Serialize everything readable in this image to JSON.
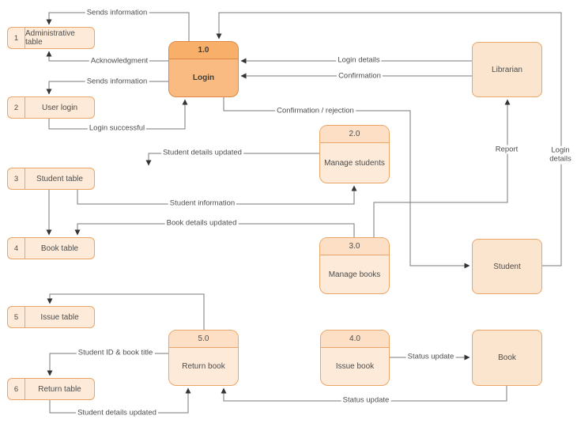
{
  "diagram": {
    "colors": {
      "canvas_background": "#ffffff",
      "shape_fill_light": "#FDEAD8",
      "shape_header_light": "#FCDFC4",
      "shape_border_light": "#EBA567",
      "shape_fill_dark": "#F9BB82",
      "shape_header_dark": "#F7AF6A",
      "shape_border_dark": "#DD8743",
      "entity_fill": "#FCE5CF",
      "line_color": "#7a7a7a",
      "text_color": "#4d4d4d"
    },
    "processes": [
      {
        "number": "1.0",
        "label": "Login"
      },
      {
        "number": "2.0",
        "label": "Manage students"
      },
      {
        "number": "3.0",
        "label": "Manage books"
      },
      {
        "number": "4.0",
        "label": "Issue book"
      },
      {
        "number": "5.0",
        "label": "Return book"
      }
    ],
    "entities": [
      {
        "label": "Librarian"
      },
      {
        "label": "Student"
      },
      {
        "label": "Book"
      }
    ],
    "datastores": [
      {
        "number": "1",
        "label": "Administrative table"
      },
      {
        "number": "2",
        "label": "User login"
      },
      {
        "number": "3",
        "label": "Student table"
      },
      {
        "number": "4",
        "label": "Book table"
      },
      {
        "number": "5",
        "label": "Issue table"
      },
      {
        "number": "6",
        "label": "Return table"
      }
    ],
    "flow_labels": {
      "sends_information_top": "Sends information",
      "acknowledgment": "Acknowledgment",
      "sends_information_user": "Sends information",
      "login_successful": "Login successful",
      "login_details_librarian": "Login details",
      "confirmation": "Confirmation",
      "confirmation_rejection": "Confirmation / rejection",
      "student_details_updated_top": "Student details updated",
      "student_information": "Student information",
      "book_details_updated": "Book details updated",
      "report": "Report",
      "login_details_student": "Login details",
      "student_id_book_title": "Student ID &  book title",
      "student_details_updated_bottom": "Student details updated",
      "status_update_issue": "Status update",
      "status_update_return": "Status update"
    }
  }
}
